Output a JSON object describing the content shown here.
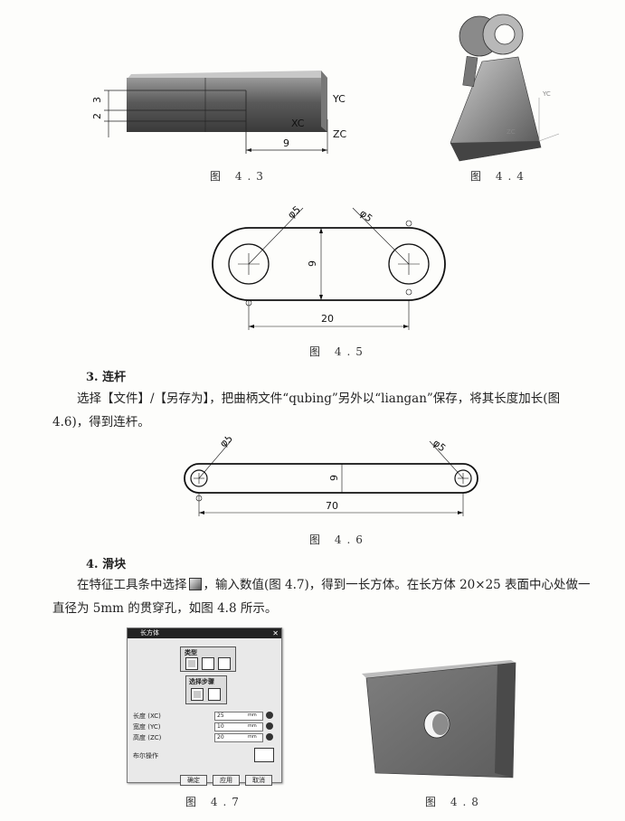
{
  "figures": {
    "f43": {
      "caption": "图 4.3",
      "dim_left_top": "3",
      "dim_left_bottom": "2",
      "dim_bottom": "9",
      "axis_yc": "YC",
      "axis_xc": "XC",
      "axis_zc": "ZC"
    },
    "f44": {
      "caption": "图 4.4",
      "axis_yc": "YC",
      "axis_zc": "ZC"
    },
    "f45": {
      "caption": "图 4.5",
      "dia_left": "φ5",
      "dia_right": "φ5",
      "dim_height": "9",
      "dim_width": "20"
    },
    "f46": {
      "caption": "图 4.6",
      "dia_left": "φ5",
      "dia_right": "φ5",
      "dim_height": "9",
      "dim_width": "70"
    },
    "f47": {
      "caption": "图 4.7"
    },
    "f48": {
      "caption": "图 4.8"
    }
  },
  "sections": {
    "s3": {
      "heading": "3. 连杆",
      "para": "选择【文件】/【另存为】，把曲柄文件“qubing”另外以“liangan”保存，将其长度加长(图 4.6)，得到连杆。"
    },
    "s4": {
      "heading": "4. 滑块",
      "para_before": "在特征工具条中选择",
      "para_after": "，输入数值(图 4.7)，得到一长方体。在长方体 20×25 表面中心处做一直径为 5mm 的贯穿孔，如图 4.8 所示。"
    }
  },
  "dialog": {
    "title": "长方体",
    "type_label": "类型",
    "steps_label": "选择步骤",
    "rows": [
      {
        "label": "长度 (XC)",
        "value": "25",
        "unit": "mm"
      },
      {
        "label": "宽度 (YC)",
        "value": "10",
        "unit": "mm"
      },
      {
        "label": "高度 (ZC)",
        "value": "20",
        "unit": "mm"
      }
    ],
    "boolean_label": "布尔操作",
    "buttons": {
      "ok": "确定",
      "apply": "应用",
      "cancel": "取消"
    }
  }
}
